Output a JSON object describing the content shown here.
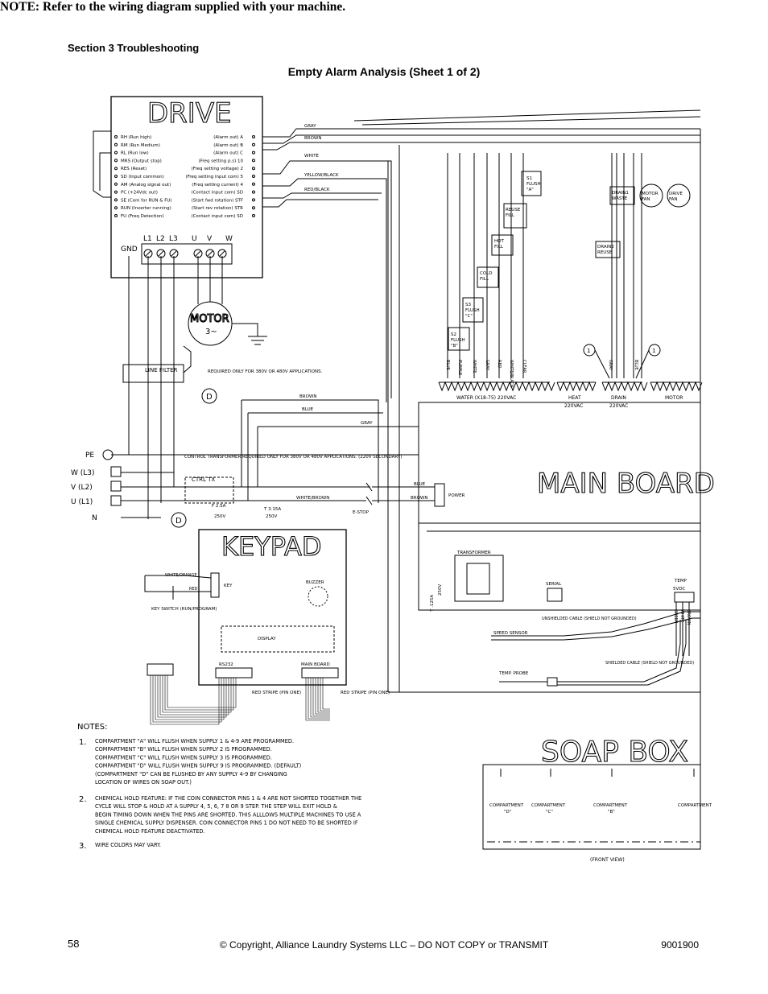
{
  "header": {
    "section": "Section 3 Troubleshooting",
    "title": "Empty Alarm Analysis (Sheet 1 of 2)"
  },
  "diagram": {
    "drive": {
      "title": "DRIVE",
      "left_terminals": [
        "RH (Run high)",
        "RM (Run Medium)",
        "RL (Run low)",
        "MRS (Output stop)",
        "RES (Reset)",
        "SD (Input common)",
        "AM (Analog signal out)",
        "PC (+24Vdc out)",
        "SE (Com for RUN & FU)",
        "RUN (Inverter running)",
        "FU (Freq Detection)"
      ],
      "right_terminals": [
        "(Alarm out) A",
        "(Alarm out) B",
        "(Alarm out) C",
        "(Freq setting p.s) 10",
        "(Freq setting voltage) 2",
        "(Freq setting input com) 5",
        "(Freq setting current) 4",
        "(Contact input com) SD",
        "(Start fwd rotation) STF",
        "(Start rev rotation) STR",
        "(Contact input com) SD"
      ],
      "power_terminals": [
        "GND",
        "L1",
        "L2",
        "L3",
        "U",
        "V",
        "W"
      ],
      "wires": [
        "GRAY",
        "BROWN",
        "WHITE",
        "YELLOW/BLACK",
        "RED/BLACK"
      ]
    },
    "motor": {
      "label": "MOTOR",
      "sub": "3~"
    },
    "line_filter": {
      "label": "LINE FILTER",
      "note": "REQUIRED ONLY FOR 380V OR 480V APPLICATIONS."
    },
    "d_markers": [
      "D",
      "D"
    ],
    "supply": [
      "PE",
      "W (L3)",
      "V (L2)",
      "U (L1)",
      "N"
    ],
    "control_transformer": {
      "note": "CONTROL TRANSFORMER REQUIRED ONLY FOR 380V OR 480V APPLICATIONS. (220V SECONDARY)",
      "label": "CTRL TX",
      "fuse1": "F 2.5A",
      "fuse1_v": "250V",
      "fuse2": "T 3.15A",
      "fuse2_v": "250V",
      "estop": "E-STOP"
    },
    "power_wires": [
      "BROWN",
      "BLUE",
      "GRAY",
      "WHITE/BROWN",
      "BLUE",
      "BROWN"
    ],
    "main_board": {
      "title": "MAIN BOARD",
      "power": "POWER",
      "transformer": "TRANSFORMER",
      "fuse": "T .125A",
      "fuse_v": "250V",
      "serial": "SERIAL",
      "temp": "TEMP",
      "temp_v": "5VDC",
      "speed_sensor": "SPEED SENSOR",
      "unshielded": "UNSHIELDED CABLE (SHIELD NOT GROUNDED)",
      "temp_probe": "TEMP. PROBE",
      "shielded": "SHIELDED CABLE (SHIELD NOT GROUNDED)",
      "temp_wires": [
        "GREEN",
        "WHITE",
        "BROWN"
      ]
    },
    "valves": [
      "S1 FLUSH \"A\"",
      "REUSE FILL",
      "HOT FILL",
      "COLD FILL",
      "S3 FLUSH \"C\"",
      "S2 FLUSH \"B\""
    ],
    "drain_devices": [
      "DRAIN1 WASTE",
      "DRAIN2 REUSE",
      "MOTOR FAN",
      "DRIVE FAN"
    ],
    "valve_wires": [
      "BLUE",
      "PURPLE",
      "WHITE",
      "GRAY",
      "RED",
      "WHITE/BLACK",
      "CLEAR",
      "GRAY",
      "BLUE"
    ],
    "connectors": [
      {
        "name": "WATER (X18-75) 220VAC"
      },
      {
        "name": "HEAT",
        "v": "220VAC"
      },
      {
        "name": "DRAIN",
        "v": "220VAC"
      },
      {
        "name": "MOTOR"
      }
    ],
    "keypad": {
      "title": "KEYPAD",
      "key": "KEY",
      "buzzer": "BUZZER",
      "display": "DISPLAY",
      "rs232": "RS232",
      "main_board": "MAIN BOARD",
      "key_switch": "KEY SWITCH (RUN/PROGRAM)",
      "white_orange": "WHITE/ORANGE",
      "red": "RED",
      "stripe": "RED STRIPE (PIN ONE)"
    },
    "soap_box": {
      "title": "SOAP BOX",
      "compartments": [
        "COMPARTMENT \"D\"",
        "COMPARTMENT \"C\"",
        "COMPARTMENT \"B\"",
        "COMPARTMENT"
      ],
      "front": "(FRONT VIEW)"
    },
    "notes": {
      "heading": "NOTES:",
      "items": [
        {
          "num": "1.",
          "lines": [
            "COMPARTMENT \"A\" WILL FLUSH WHEN SUPPLY 1 & 4-9 ARE PROGRAMMED.",
            "COMPARTMENT \"B\" WILL FLUSH WHEN SUPPLY 2 IS PROGRAMMED.",
            "COMPARTMENT \"C\" WILL FLUSH WHEN SUPPLY 3 IS PROGRAMMED.",
            "COMPARTMENT \"D\" WILL FLUSH WHEN SUPPLY 9 IS PROGRAMMED. (DEFAULT)",
            "(COMPARTMENT \"D\" CAN BE FLUSHED BY ANY SUPPLY 4-9 BY CHANGING",
            "LOCATION OF WIRES ON SOAP OUT.)"
          ]
        },
        {
          "num": "2.",
          "lines": [
            "CHEMICAL HOLD FEATURE: IF THE COIN CONNECTOR PINS 1 & 4 ARE NOT SHORTED TOGETHER THE",
            "CYCLE WILL STOP & HOLD AT A SUPPLY 4, 5, 6, 7 8 OR 9 STEP. THE STEP WILL EXIT HOLD &",
            "BEGIN TIMING DOWN WHEN THE PINS ARE SHORTED. THIS ALLLOWS MULTIPLE MACHINES TO USE A",
            "SINGLE CHEMICAL SUPPLY DISPENSER. COIN CONNECTOR PINS 1 DO NOT NEED TO BE SHORTED IF",
            "CHEMICAL HOLD FEATURE DEACTIVATED."
          ]
        },
        {
          "num": "3.",
          "lines": [
            "WIRE COLORS MAY VARY."
          ]
        }
      ]
    }
  },
  "note": "NOTE: Refer to the wiring diagram supplied with your machine.",
  "footer": {
    "page": "58",
    "copyright": "© Copyright, Alliance Laundry Systems LLC – DO NOT COPY or TRANSMIT",
    "doc_number": "9001900"
  }
}
